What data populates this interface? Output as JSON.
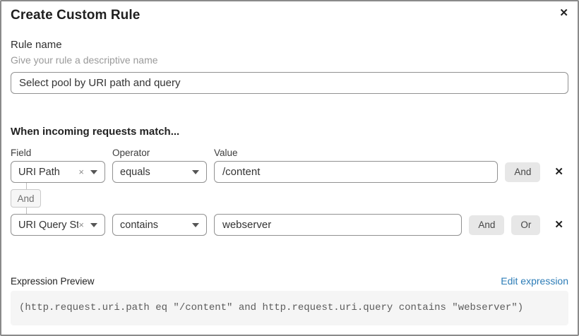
{
  "dialog": {
    "title": "Create Custom Rule"
  },
  "icons": {
    "close": "✕",
    "clear": "×",
    "delete_row": "✕"
  },
  "rule_name": {
    "label": "Rule name",
    "description": "Give your rule a descriptive name",
    "value": "Select pool by URI path and query"
  },
  "matcher": {
    "heading": "When incoming requests match...",
    "columns": {
      "field": "Field",
      "operator": "Operator",
      "value": "Value"
    },
    "connector_label": "And",
    "rows": [
      {
        "field": "URI Path",
        "operator": "equals",
        "value": "/content",
        "and_label": "And"
      },
      {
        "field": "URI Query St...",
        "operator": "contains",
        "value": "webserver",
        "and_label": "And",
        "or_label": "Or"
      }
    ]
  },
  "expression": {
    "label": "Expression Preview",
    "edit_link": "Edit expression",
    "code": "(http.request.uri.path eq \"/content\" and http.request.uri.query contains \"webserver\")"
  },
  "colors": {
    "link_blue": "#2c7cb7",
    "dialog_border": "#8a8a8a",
    "input_border": "#919191",
    "button_gray": "#e7e7e7",
    "code_background": "#f5f5f5"
  }
}
